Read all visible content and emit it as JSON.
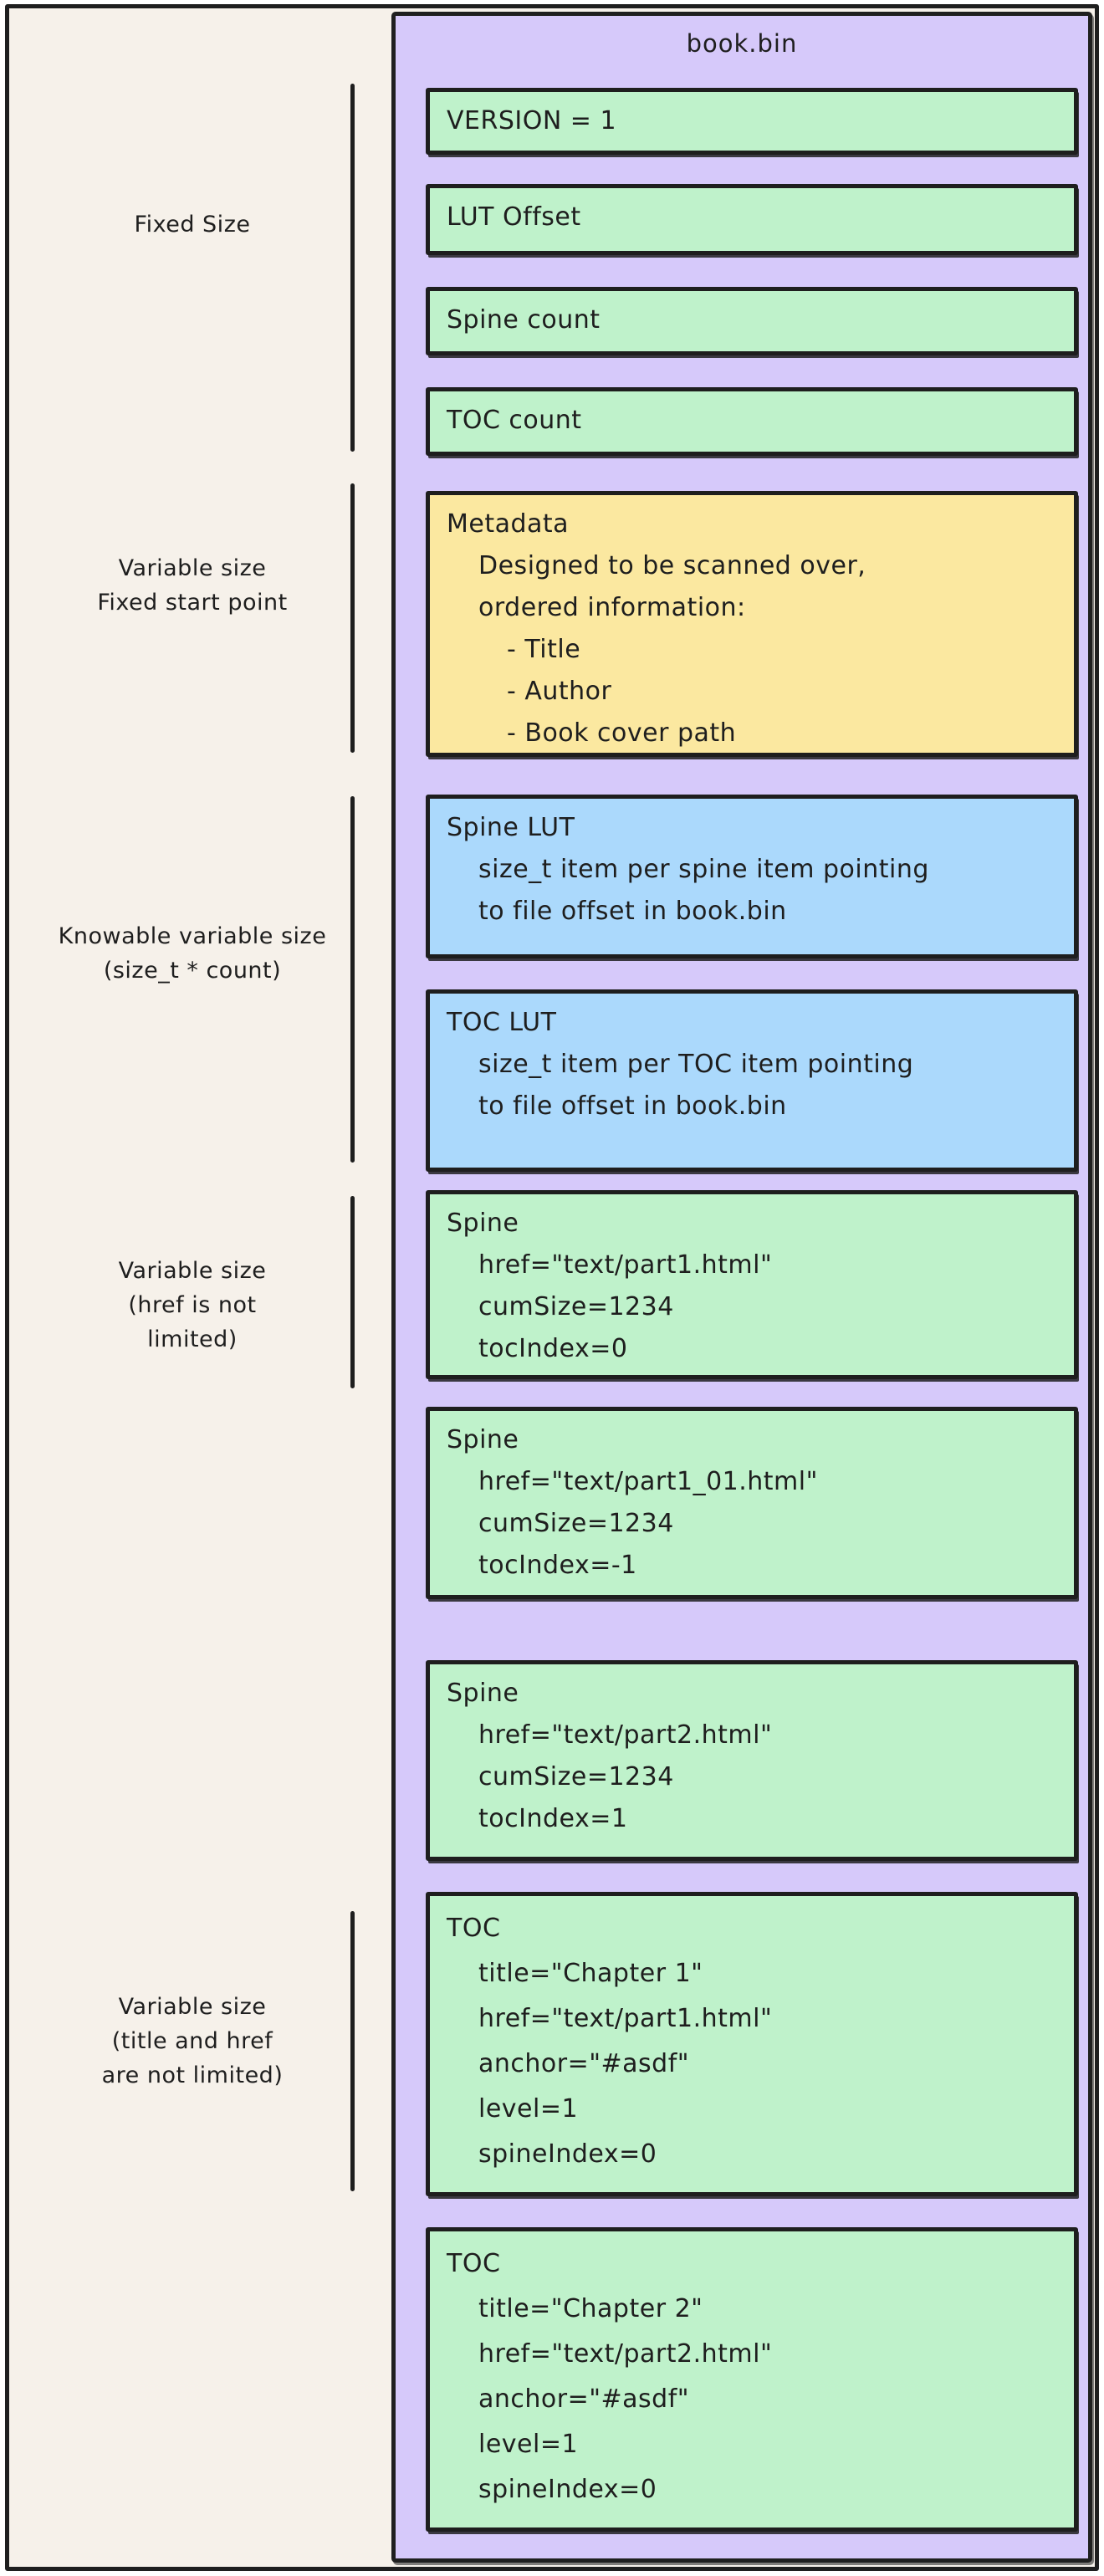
{
  "diagram_title": "book.bin",
  "palette": {
    "page_background": "#f6f1ea",
    "panel_purple": "#d6c9fa",
    "box_green": "#bff2cb",
    "box_yellow": "#fbe8a0",
    "box_blue": "#abd9fc",
    "stroke": "#1e1e1e"
  },
  "side_labels": [
    {
      "id": "fixed-size",
      "lines": [
        "Fixed Size"
      ]
    },
    {
      "id": "var-fixed-start",
      "lines": [
        "Variable size",
        "Fixed start point"
      ]
    },
    {
      "id": "knowable",
      "lines": [
        "Knowable variable size",
        "(size_t * count)"
      ]
    },
    {
      "id": "var-href",
      "lines": [
        "Variable size",
        "(href is not",
        "limited)"
      ]
    },
    {
      "id": "var-title-href",
      "lines": [
        "Variable size",
        "(title and href",
        "are not limited)"
      ]
    }
  ],
  "boxes": [
    {
      "id": "version",
      "color": "green",
      "lines": [
        {
          "t": "VERSION = 1",
          "ind": 0
        }
      ]
    },
    {
      "id": "lut-offset",
      "color": "green",
      "lines": [
        {
          "t": "LUT Offset",
          "ind": 0
        }
      ]
    },
    {
      "id": "spine-count",
      "color": "green",
      "lines": [
        {
          "t": "Spine count",
          "ind": 0
        }
      ]
    },
    {
      "id": "toc-count",
      "color": "green",
      "lines": [
        {
          "t": "TOC count",
          "ind": 0
        }
      ]
    },
    {
      "id": "metadata",
      "color": "yellow",
      "lines": [
        {
          "t": "Metadata",
          "ind": 0
        },
        {
          "t": "Designed to be scanned over,",
          "ind": 1
        },
        {
          "t": "ordered information:",
          "ind": 1
        },
        {
          "t": "- Title",
          "ind": 2
        },
        {
          "t": "- Author",
          "ind": 2
        },
        {
          "t": "- Book cover path",
          "ind": 2
        }
      ]
    },
    {
      "id": "spine-lut",
      "color": "blue",
      "lines": [
        {
          "t": "Spine LUT",
          "ind": 0
        },
        {
          "t": "size_t item per spine item pointing",
          "ind": 1
        },
        {
          "t": "to file offset in book.bin",
          "ind": 1
        }
      ]
    },
    {
      "id": "toc-lut",
      "color": "blue",
      "lines": [
        {
          "t": "TOC LUT",
          "ind": 0
        },
        {
          "t": "size_t item per TOC item pointing",
          "ind": 1
        },
        {
          "t": "to file offset in book.bin",
          "ind": 1
        }
      ]
    },
    {
      "id": "spine-1",
      "color": "green",
      "lines": [
        {
          "t": "Spine",
          "ind": 0
        },
        {
          "t": "href=\"text/part1.html\"",
          "ind": 1
        },
        {
          "t": "cumSize=1234",
          "ind": 1
        },
        {
          "t": "tocIndex=0",
          "ind": 1
        }
      ]
    },
    {
      "id": "spine-2",
      "color": "green",
      "lines": [
        {
          "t": "Spine",
          "ind": 0
        },
        {
          "t": "href=\"text/part1_01.html\"",
          "ind": 1
        },
        {
          "t": "cumSize=1234",
          "ind": 1
        },
        {
          "t": "tocIndex=-1",
          "ind": 1
        }
      ]
    },
    {
      "id": "spine-3",
      "color": "green",
      "lines": [
        {
          "t": "Spine",
          "ind": 0
        },
        {
          "t": "href=\"text/part2.html\"",
          "ind": 1
        },
        {
          "t": "cumSize=1234",
          "ind": 1
        },
        {
          "t": "tocIndex=1",
          "ind": 1
        }
      ]
    },
    {
      "id": "toc-1",
      "color": "green",
      "tall": true,
      "lines": [
        {
          "t": "TOC",
          "ind": 0
        },
        {
          "t": "title=\"Chapter 1\"",
          "ind": 1
        },
        {
          "t": "href=\"text/part1.html\"",
          "ind": 1
        },
        {
          "t": "anchor=\"#asdf\"",
          "ind": 1
        },
        {
          "t": "level=1",
          "ind": 1
        },
        {
          "t": "spineIndex=0",
          "ind": 1
        }
      ]
    },
    {
      "id": "toc-2",
      "color": "green",
      "tall": true,
      "lines": [
        {
          "t": "TOC",
          "ind": 0
        },
        {
          "t": "title=\"Chapter 2\"",
          "ind": 1
        },
        {
          "t": "href=\"text/part2.html\"",
          "ind": 1
        },
        {
          "t": "anchor=\"#asdf\"",
          "ind": 1
        },
        {
          "t": "level=1",
          "ind": 1
        },
        {
          "t": "spineIndex=0",
          "ind": 1
        }
      ]
    }
  ]
}
